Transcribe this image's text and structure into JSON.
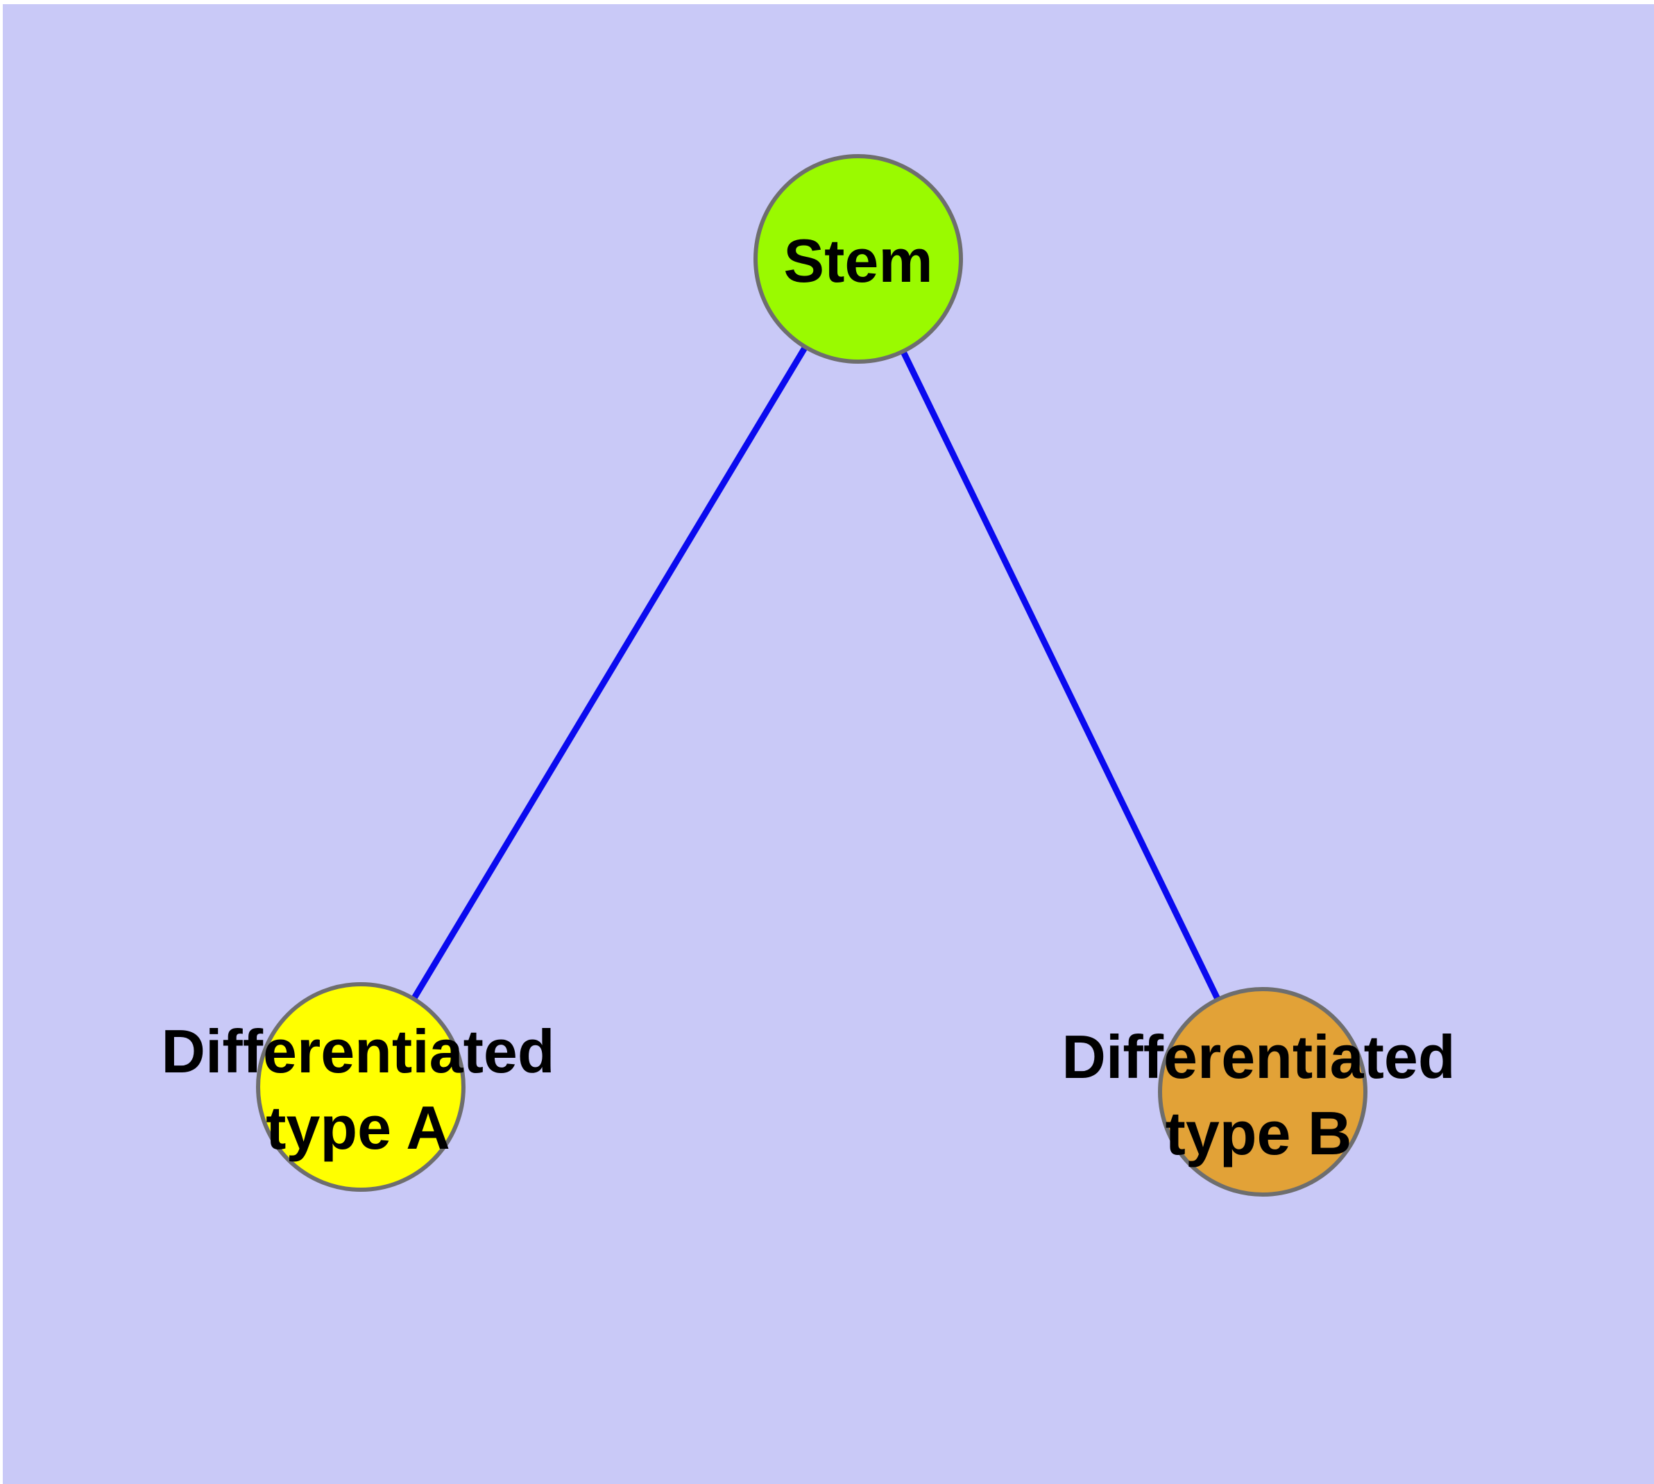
{
  "diagram": {
    "type": "node-link-graph",
    "description_role": "cell differentiation hierarchy"
  },
  "colors": {
    "page_margin": "#FFFFFF",
    "background": "#C9C9F7",
    "edge": "#0A0AEF",
    "node_border": "#6E6E6E",
    "label_text": "#000000",
    "stem_fill": "#9AFA00",
    "type_a_fill": "#FFFF00",
    "type_b_fill": "#E2A237"
  },
  "nodes": [
    {
      "id": "stem",
      "label": "Stem",
      "color": "#9AFA00"
    },
    {
      "id": "type-a",
      "label": "Differentiated\ntype A",
      "color": "#FFFF00"
    },
    {
      "id": "type-b",
      "label": "Differentiated\ntype B",
      "color": "#E2A237"
    }
  ],
  "edges": [
    {
      "from": "Stem",
      "to": "Differentiated type A"
    },
    {
      "from": "Stem",
      "to": "Differentiated type B"
    }
  ]
}
